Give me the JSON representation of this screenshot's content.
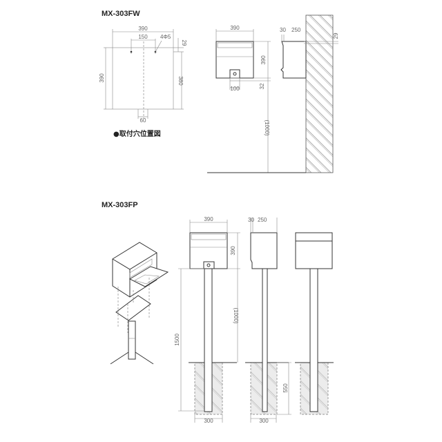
{
  "wall_model": {
    "title": "MX-303FW",
    "hole_layout": {
      "caption": "●取付穴位置図",
      "dim_width": "390",
      "dim_hole_spacing": "150",
      "dim_hole_spec": "4Φ5",
      "dim_top_offset": "29",
      "dim_height": "390",
      "dim_hole_height": "380",
      "dim_bottom": "60"
    },
    "front_view": {
      "dim_width": "390",
      "dim_height": "390",
      "dim_lock_offset": "32",
      "dim_lock_width": "100",
      "dim_mount_height": "(1000)"
    },
    "side_view": {
      "dim_lid": "30",
      "dim_depth": "250",
      "dim_top": "29"
    }
  },
  "post_model": {
    "title": "MX-303FP",
    "front_view": {
      "dim_width": "390",
      "dim_height": "390",
      "dim_box_height": "(1000)",
      "dim_post_length": "1500",
      "dim_footing": "300"
    },
    "side_view": {
      "dim_lid": "30",
      "dim_depth": "250",
      "dim_footing_depth": "550",
      "dim_footing": "300"
    }
  }
}
